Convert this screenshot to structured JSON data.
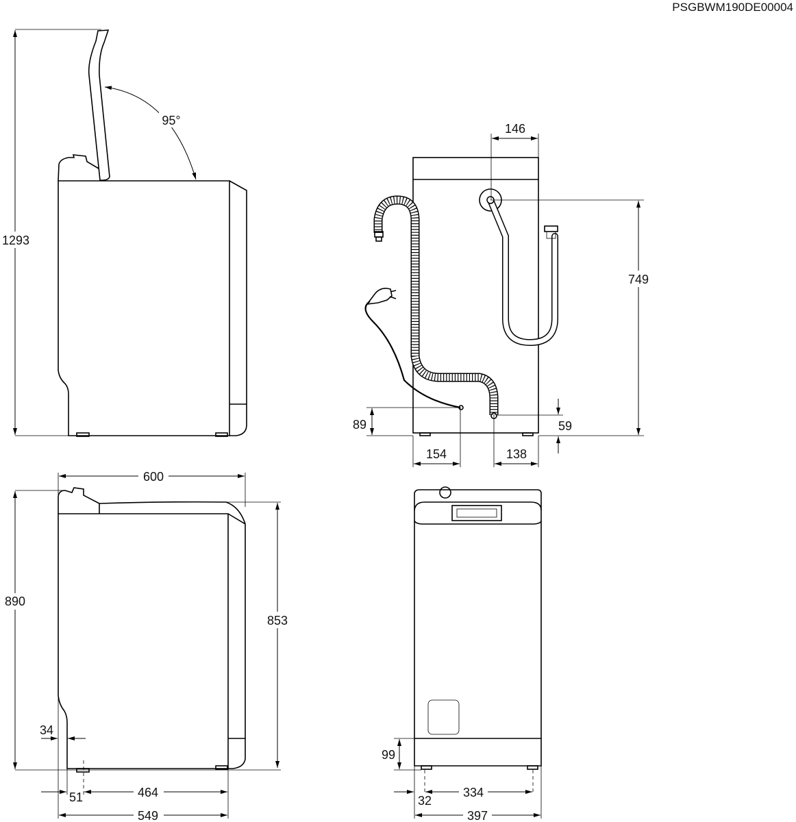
{
  "drawing_code": "PSGBWM190DE00004",
  "views": {
    "side_lid_open": {
      "total_height_lid_open": "1293",
      "lid_angle": "95°"
    },
    "rear": {
      "inlet_offset_from_side": "146",
      "inlet_height": "749",
      "power_cord_height": "89",
      "drain_height": "59",
      "power_cord_offset": "154",
      "drain_offset": "138"
    },
    "side": {
      "depth_overall": "600",
      "height_overall": "890",
      "height_top": "853",
      "notch_depth": "34",
      "front_foot_offset": "51",
      "foot_spacing": "464",
      "depth_body": "549"
    },
    "front": {
      "plinth_height": "99",
      "foot_spacing": "334",
      "foot_offset": "32",
      "width": "397"
    }
  },
  "colors": {
    "line": "#000000",
    "background": "#ffffff"
  }
}
